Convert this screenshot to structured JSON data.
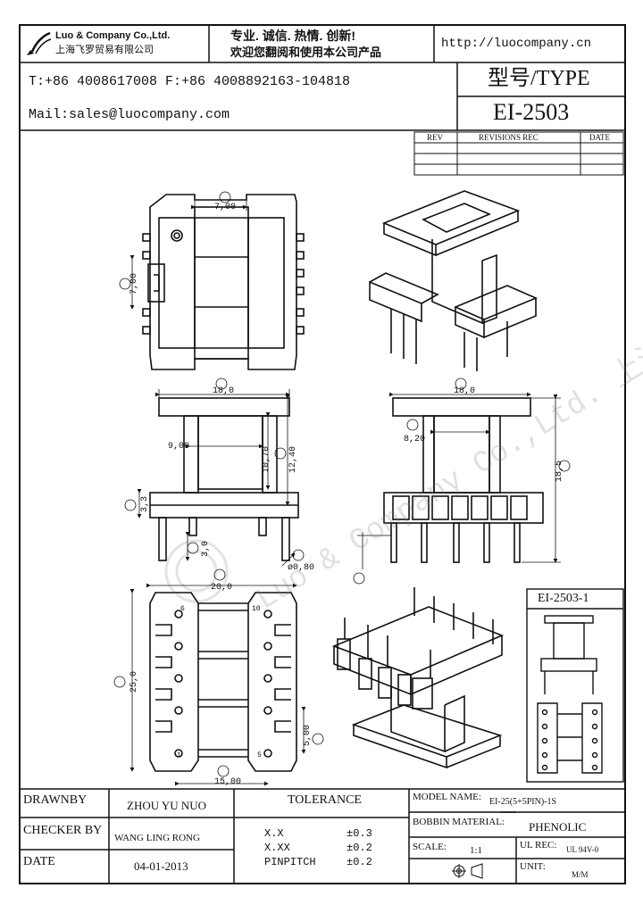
{
  "header": {
    "company_en": "Luo & Company Co.,Ltd.",
    "company_cn": "上海飞罗贸易有限公司",
    "slogan_line1": "专业. 诚信. 热情. 创新!",
    "slogan_line2": "欢迎您翻阅和使用本公司产品",
    "website": "http://luocompany.cn",
    "phone_fax": "T:+86 4008617008 F:+86 4008892163-104818",
    "email": "Mail:sales@luocompany.com",
    "type_label": "型号/TYPE",
    "model": "EI-2503"
  },
  "revisions": {
    "col_rev": "REV",
    "col_revisions": "REVISIONS REC",
    "col_date": "DATE"
  },
  "drawing": {
    "dim_G": "7,00",
    "dim_F": "7,00",
    "dim_I": "18,0",
    "dim_J": "18,0",
    "dim_9": "9,00",
    "dim_H": "8,20",
    "dim_1070": "10,70",
    "dim_1240": "12,40",
    "dim_185": "18,5",
    "dim_K": "3,3",
    "dim_M": "3,0",
    "dim_C": "ø0,80",
    "dim_N": "20,0",
    "dim_O": "25,0",
    "dim_A": "15,00",
    "dim_B": "5,00",
    "pin_6": "6",
    "pin_10": "10",
    "pin_1": "1",
    "pin_5": "5",
    "variant_label": "EI-2503-1",
    "watermark": "Luo & Company Co.,Ltd. 上海飞罗贸易有限公司"
  },
  "titleblock": {
    "drawnby_label": "DRAWNBY",
    "drawnby_value": "ZHOU YU NUO",
    "checker_label": "CHECKER BY",
    "checker_value": "WANG LING RONG",
    "date_label": "DATE",
    "date_value": "04-01-2013",
    "tolerance_label": "TOLERANCE",
    "tol_row1_label": "X.X",
    "tol_row1_value": "±0.3",
    "tol_row2_label": "X.XX",
    "tol_row2_value": "±0.2",
    "tol_row3_label": "PINPITCH",
    "tol_row3_value": "±0.2",
    "model_name_label": "MODEL NAME:",
    "model_name_value": "EI-25(5+5PIN)-1S",
    "bobbin_label": "BOBBIN MATERIAL:",
    "bobbin_value": "PHENOLIC",
    "scale_label": "SCALE:",
    "scale_value": "1:1",
    "ulrec_label": "UL REC:",
    "ulrec_value": "UL 94V-0",
    "unit_label": "UNIT:",
    "unit_value": "M/M"
  }
}
